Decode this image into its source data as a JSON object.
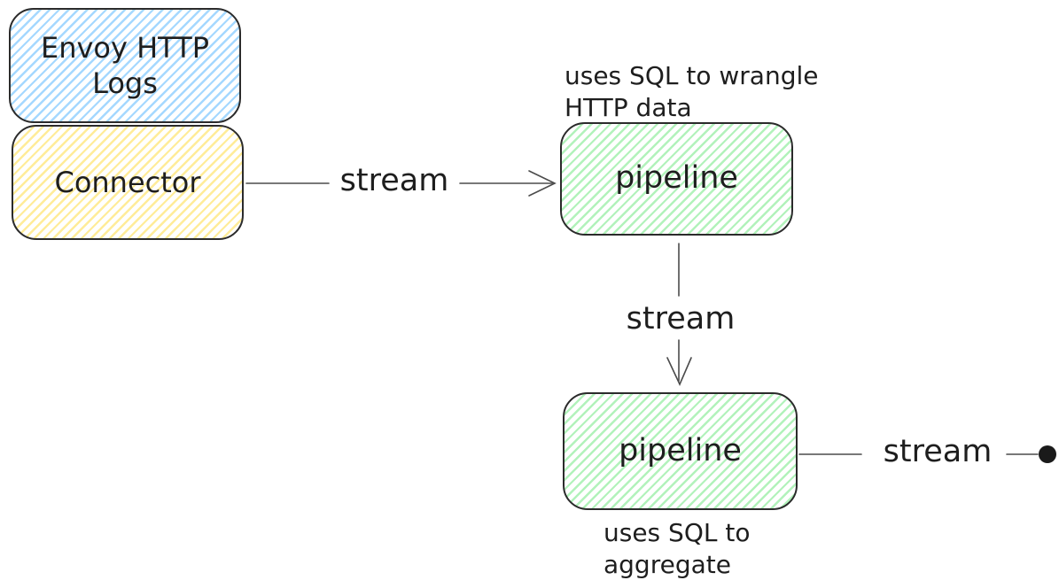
{
  "diagram": {
    "nodes": [
      {
        "label": "Envoy HTTP Logs",
        "fill": "#a5d8ff"
      },
      {
        "label": "Connector",
        "fill": "#ffec99"
      },
      {
        "label": "pipeline",
        "fill": "#b2f2bb"
      },
      {
        "label": "pipeline",
        "fill": "#b2f2bb"
      }
    ],
    "edges": [
      {
        "label": "stream"
      },
      {
        "label": "stream"
      },
      {
        "label": "stream"
      }
    ],
    "annotations": [
      {
        "line1": "uses SQL to wrangle",
        "line2": "HTTP data"
      },
      {
        "line1": "uses SQL to",
        "line2": "aggregate"
      }
    ],
    "colors": {
      "box_stroke": "#2b2b2b",
      "wire": "#4b4b4b",
      "text": "#1e1e1e",
      "terminal_dot": "#1a1a1a",
      "background": "#ffffff"
    }
  }
}
